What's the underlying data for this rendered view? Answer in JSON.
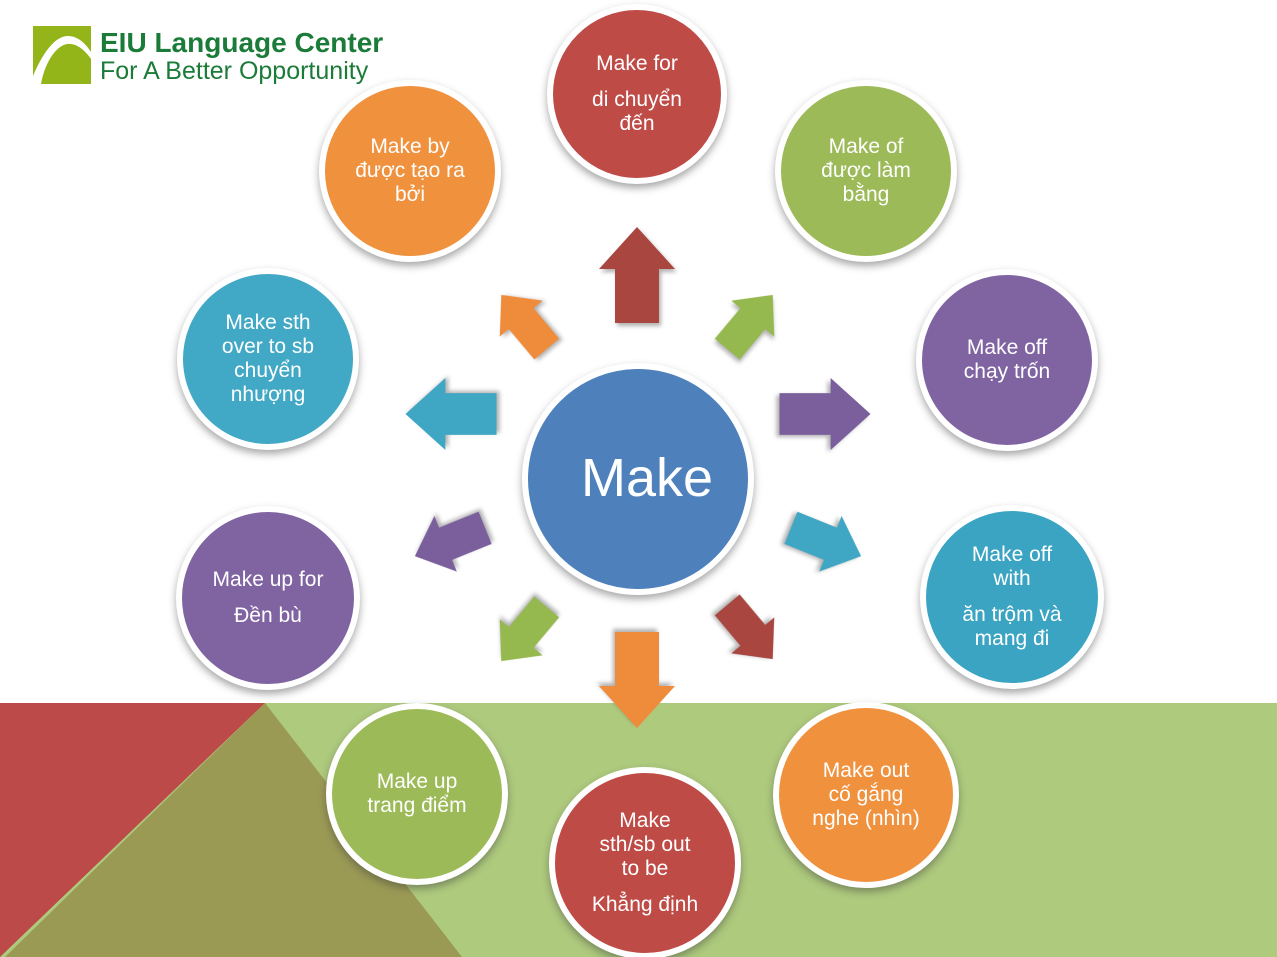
{
  "logo": {
    "title": "EIU Language Center",
    "subtitle": "For A Better Opportunity",
    "icon": "arch-logo-icon",
    "icon_color": "#93B51A",
    "text_color": "#1B7B38"
  },
  "center": {
    "label": "Make",
    "color": "#4E80BC"
  },
  "circles": [
    {
      "name": "make-for",
      "en": "Make for",
      "vi": "di chuyển đến",
      "color": "#BF4B47"
    },
    {
      "name": "make-by",
      "en": "Make by",
      "vi": "được tạo ra bởi",
      "color": "#F0913E"
    },
    {
      "name": "make-of",
      "en": "Make of",
      "vi": "được làm bằng",
      "color": "#9CBA57"
    },
    {
      "name": "make-sth-over-to-sb",
      "en": "Make sth over to sb",
      "vi": "chuyển nhượng",
      "color": "#41A8C5"
    },
    {
      "name": "make-off",
      "en": "Make off",
      "vi": "chạy trốn",
      "color": "#8064A2"
    },
    {
      "name": "make-up-for",
      "en": "Make up for",
      "vi": "Đền bù",
      "color": "#8064A2"
    },
    {
      "name": "make-off-with",
      "en": "Make off with",
      "vi": "ăn trộm và mang đi",
      "color": "#3AA4C2"
    },
    {
      "name": "make-up",
      "en": "Make up",
      "vi": "trang điểm",
      "color": "#9CBA57"
    },
    {
      "name": "make-sth-sb-out-to-be",
      "en": "Make sth/sb out to be",
      "vi": "Khẳng định",
      "color": "#BF4B47"
    },
    {
      "name": "make-out",
      "en": "Make out",
      "vi": "cố gắng nghe (nhìn)",
      "color": "#F0913E"
    }
  ],
  "arrows": [
    {
      "name": "arrow-up",
      "direction": "up",
      "color": "#A8463F"
    },
    {
      "name": "arrow-up-left",
      "direction": "up-left",
      "color": "#EF8C3C"
    },
    {
      "name": "arrow-up-right",
      "direction": "up-right",
      "color": "#95B84F"
    },
    {
      "name": "arrow-left",
      "direction": "left",
      "color": "#3FA7C3"
    },
    {
      "name": "arrow-right",
      "direction": "right",
      "color": "#7A5F9C"
    },
    {
      "name": "arrow-down-left-low",
      "direction": "down-left-low",
      "color": "#7A5F9C"
    },
    {
      "name": "arrow-down-right-low",
      "direction": "down-right-low",
      "color": "#3FA7C3"
    },
    {
      "name": "arrow-down-left",
      "direction": "down-left",
      "color": "#95B84F"
    },
    {
      "name": "arrow-down",
      "direction": "down",
      "color": "#A8463F"
    },
    {
      "name": "arrow-down-right",
      "direction": "down-right",
      "color": "#EF8C3C"
    }
  ],
  "background": {
    "band_color": "#AECA7D",
    "red_triangle_color": "#BC4A49",
    "olive_triangle_color": "#9B9A55"
  }
}
